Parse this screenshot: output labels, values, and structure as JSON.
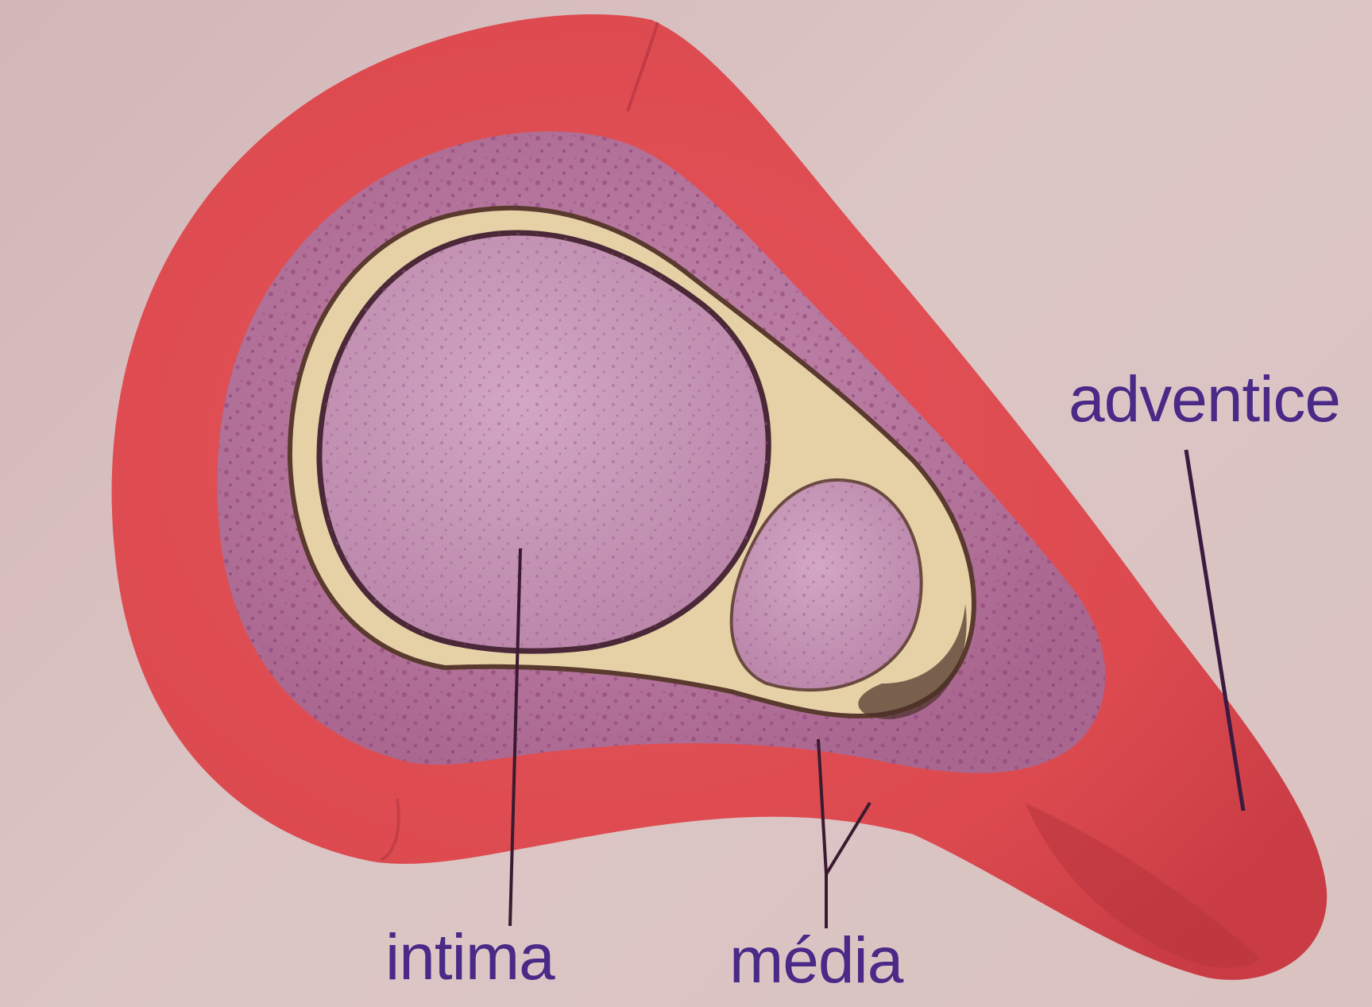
{
  "labels": {
    "adventice": "adventice",
    "intima": "intima",
    "media": "média"
  },
  "colors": {
    "background": "#d8c0c0",
    "adventitia_red": "#dd4a4e",
    "media_purple": "#b57aa0",
    "intima_yellow": "#e8d5a8",
    "lumen_pink": "#c99ab8",
    "label_purple": "#4a2a86",
    "leader_line": "#3b2030"
  }
}
